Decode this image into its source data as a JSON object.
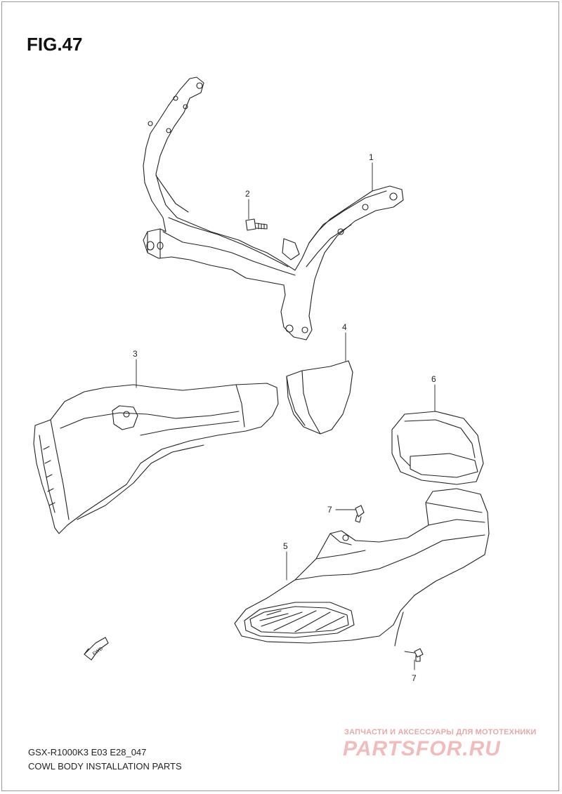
{
  "figure": {
    "title": "FIG.47"
  },
  "callouts": [
    {
      "id": "callout-1",
      "label": "1"
    },
    {
      "id": "callout-2",
      "label": "2"
    },
    {
      "id": "callout-3",
      "label": "3"
    },
    {
      "id": "callout-4",
      "label": "4"
    },
    {
      "id": "callout-5",
      "label": "5"
    },
    {
      "id": "callout-6",
      "label": "6"
    },
    {
      "id": "callout-7a",
      "label": "7"
    },
    {
      "id": "callout-7b",
      "label": "7"
    }
  ],
  "fwd_arrow": {
    "label": "FWD"
  },
  "footer": {
    "model_code": "GSX-R1000K3 E03 E28_047",
    "description": "COWL BODY INSTALLATION PARTS"
  },
  "watermark": {
    "tagline": "ЗАПЧАСТИ И АКСЕССУАРЫ ДЛЯ МОТОТЕХНИКИ",
    "logo": "PARTSFOR.RU"
  },
  "colors": {
    "line": "#222222",
    "watermark": "#f1bcbc"
  }
}
